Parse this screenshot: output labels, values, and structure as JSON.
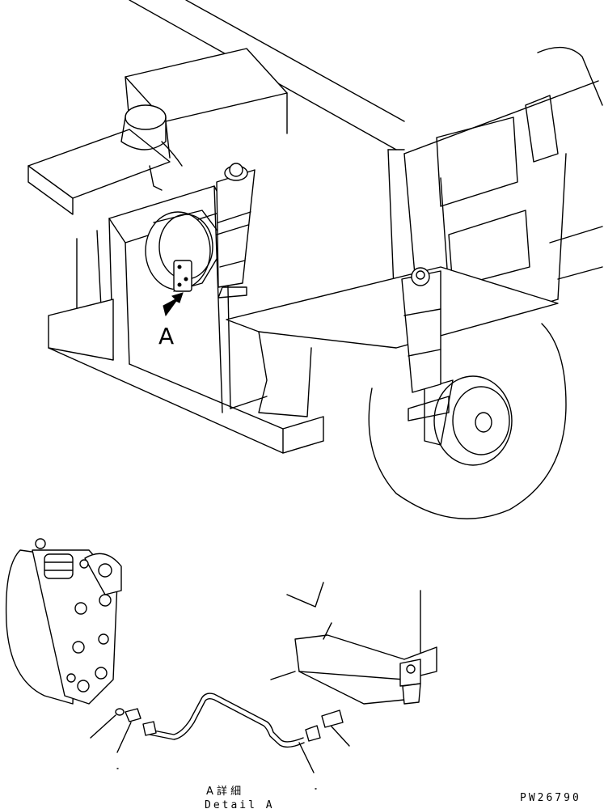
{
  "callout_letter": "A",
  "detail_caption_jp": "A 詳 細",
  "detail_caption_en": "Detail A",
  "drawing_number": "PW26790"
}
